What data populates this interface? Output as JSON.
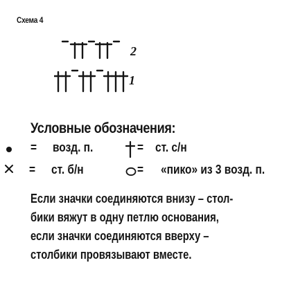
{
  "scheme": {
    "title": "Схема 4",
    "row_numbers": [
      "2",
      "1"
    ]
  },
  "legend": {
    "heading": "Условные обозначения:",
    "items": [
      {
        "symbol": "dot-icon",
        "equals": "=",
        "label": "возд. п."
      },
      {
        "symbol": "dagger-icon",
        "equals": "=",
        "label": "ст. с/н"
      },
      {
        "symbol": "cross-icon",
        "equals": "=",
        "label": "ст. б/н"
      },
      {
        "symbol": "circle-icon",
        "equals": "=",
        "label": "«пико» из 3 возд. п."
      }
    ]
  },
  "note": {
    "lines": [
      "Если значки соединяются внизу – стол-",
      "бики вяжут в одну петлю основания,",
      "если значки соединяются вверху –",
      "столбики провязывают вместе."
    ]
  }
}
